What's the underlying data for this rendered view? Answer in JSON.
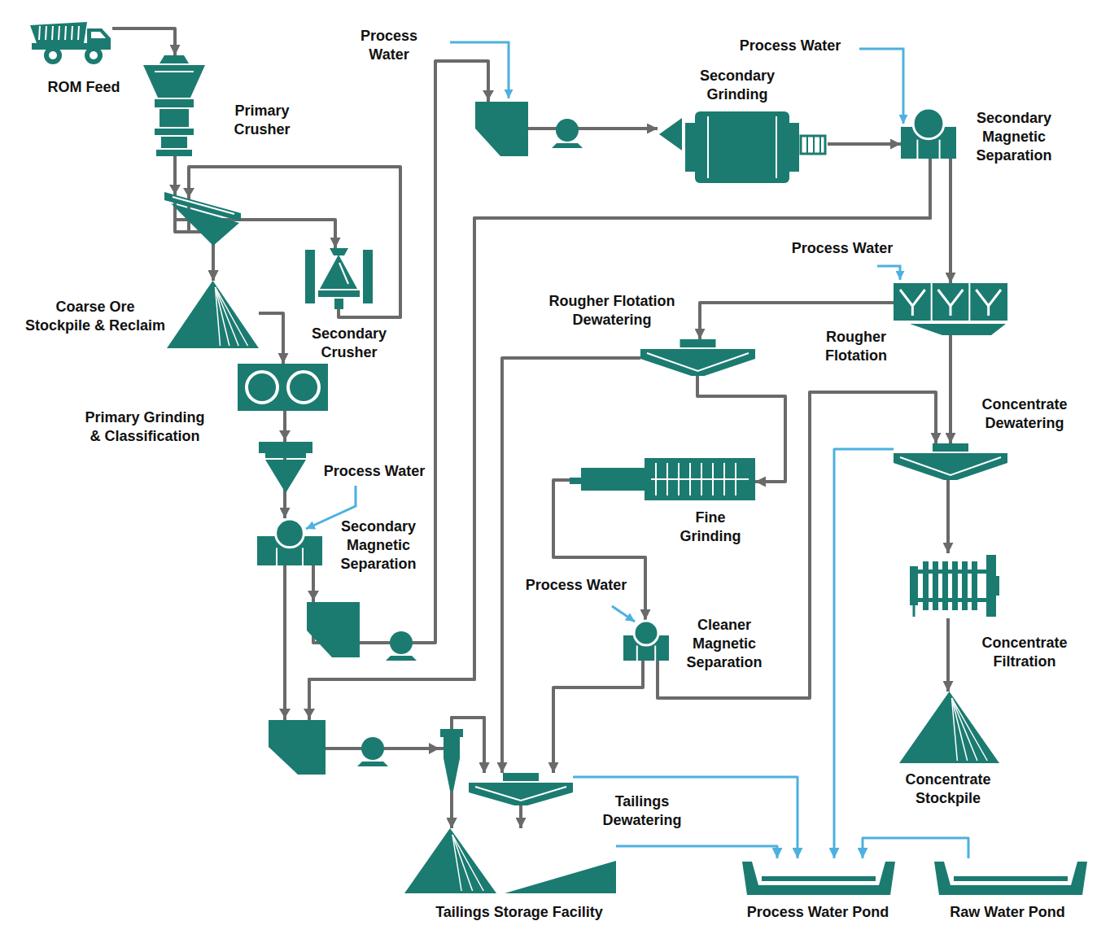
{
  "diagram": {
    "nodes": [
      {
        "text": [
          "ROM Feed"
        ]
      },
      {
        "text": [
          "Primary Crusher"
        ]
      },
      {
        "text": [
          "Secondary Crusher"
        ]
      },
      {
        "text": [
          "Coarse Ore Stockpile & Reclaim"
        ]
      },
      {
        "text": [
          "Primary Grinding & Classification"
        ]
      },
      {
        "text": [
          "Secondary Magnetic Separation"
        ]
      },
      {
        "text": [
          "Secondary Grinding"
        ]
      },
      {
        "text": [
          "Secondary Magnetic Separation"
        ]
      },
      {
        "text": [
          "Rougher Flotation"
        ]
      },
      {
        "text": [
          "Rougher Flotation Dewatering"
        ]
      },
      {
        "text": [
          "Fine Grinding"
        ]
      },
      {
        "text": [
          "Cleaner Magnetic Separation"
        ]
      },
      {
        "text": [
          "Concentrate Dewatering"
        ]
      },
      {
        "text": [
          "Concentrate Filtration"
        ]
      },
      {
        "text": [
          "Concentrate Stockpile"
        ]
      },
      {
        "text": [
          "Tailings Dewatering"
        ]
      },
      {
        "text": [
          "Tailings Storage Facility"
        ]
      },
      {
        "text": [
          "Process Water Pond"
        ]
      },
      {
        "text": [
          "Raw Water Pond"
        ]
      }
    ],
    "edges": [
      {
        "from": 0,
        "to": 1,
        "arrow": "to"
      },
      {
        "from": 1,
        "to": 2,
        "arrow": "to"
      },
      {
        "from": 1,
        "to": 3,
        "arrow": "to"
      },
      {
        "from": 2,
        "to": 3,
        "arrow": "to"
      },
      {
        "from": 3,
        "to": 4,
        "arrow": "to"
      },
      {
        "from": 4,
        "to": 5,
        "arrow": "to"
      },
      {
        "from": 5,
        "to": 6,
        "arrow": "to"
      },
      {
        "from": 6,
        "to": 7,
        "arrow": "to"
      },
      {
        "from": 7,
        "to": 8,
        "arrow": "to"
      },
      {
        "from": 7,
        "to": 15,
        "arrow": "to"
      },
      {
        "from": 7,
        "to": 16,
        "arrow": "to"
      },
      {
        "from": 5,
        "to": 15,
        "arrow": "to"
      },
      {
        "from": 5,
        "to": 16,
        "arrow": "to"
      },
      {
        "from": 8,
        "to": 9,
        "arrow": "to"
      },
      {
        "from": 8,
        "to": 12,
        "arrow": "to"
      },
      {
        "from": 9,
        "to": 10,
        "arrow": "to"
      },
      {
        "from": 9,
        "to": 15,
        "arrow": "to"
      },
      {
        "from": 10,
        "to": 11,
        "arrow": "to"
      },
      {
        "from": 11,
        "to": 12,
        "arrow": "to"
      },
      {
        "from": 11,
        "to": 15,
        "arrow": "to"
      },
      {
        "from": 12,
        "to": 13,
        "arrow": "to"
      },
      {
        "from": 13,
        "to": 14,
        "arrow": "to"
      },
      {
        "from": 15,
        "to": 16,
        "arrow": "to"
      },
      {
        "from": 15,
        "to": 17,
        "arrow": "to"
      },
      {
        "from": 16,
        "to": 17,
        "arrow": "to"
      },
      {
        "from": 12,
        "to": 17,
        "arrow": "to"
      },
      {
        "from": 18,
        "to": 17,
        "arrow": "to"
      }
    ],
    "labels": [
      "Process Water",
      "Process Water",
      "Process Water",
      "Process Water",
      "Process Water"
    ]
  }
}
